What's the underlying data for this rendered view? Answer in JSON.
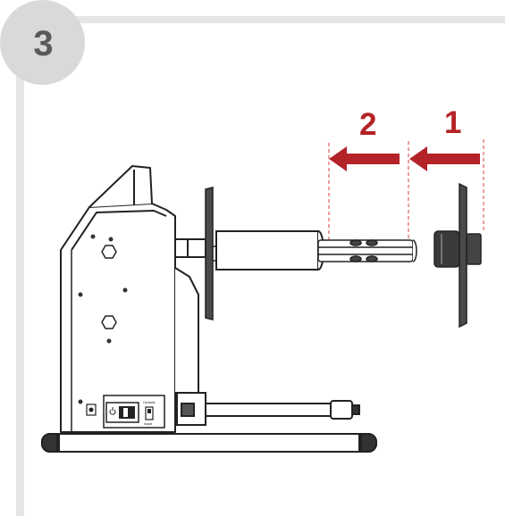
{
  "step": {
    "number": "3"
  },
  "arrows": [
    {
      "label": "2"
    },
    {
      "label": "1"
    }
  ],
  "panel": {
    "switch_label": "Outside",
    "switch_sub_label": "Inside"
  },
  "colors": {
    "arrow": "#b42327",
    "guide_line": "#e06060",
    "frame": "#e6e6e6",
    "badge": "#d9d9d9",
    "badge_text": "#5a5a5a",
    "machine_fill": "#ffffff",
    "machine_stroke": "#222222",
    "flange_fill": "#4a4a4a"
  },
  "icons": [
    "power-icon",
    "toggle-switch-icon",
    "dc-jack-icon"
  ]
}
